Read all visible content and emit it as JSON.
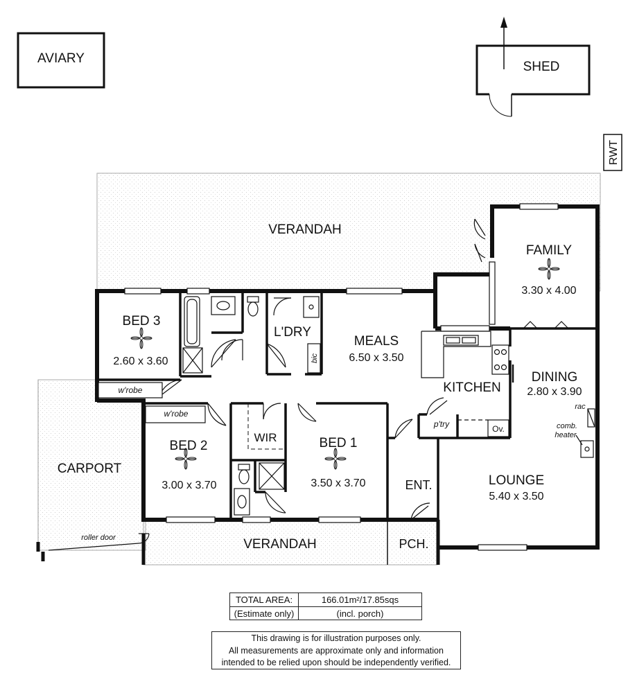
{
  "rooms": {
    "aviary": "AVIARY",
    "shed": "SHED",
    "rwt": "RWT",
    "verandah_rear": "VERANDAH",
    "verandah_front": "VERANDAH",
    "family": {
      "name": "FAMILY",
      "size": "3.30 x 4.00"
    },
    "bed3": {
      "name": "BED 3",
      "size": "2.60 x 3.60"
    },
    "laundry": "L'DRY",
    "bic": "bic",
    "meals": {
      "name": "MEALS",
      "size": "6.50 x 3.50"
    },
    "kitchen": "KITCHEN",
    "dining": {
      "name": "DINING",
      "size": "2.80 x 3.90"
    },
    "wrobe_bed3": "w'robe",
    "wrobe_bed2": "w'robe",
    "bed2": {
      "name": "BED 2",
      "size": "3.00 x 3.70"
    },
    "wir": "WIR",
    "bed1": {
      "name": "BED 1",
      "size": "3.50 x 3.70"
    },
    "pantry": "p'try",
    "oven": "Ov.",
    "rac": "rac",
    "heater": [
      "comb.",
      "heater"
    ],
    "carport": "CARPORT",
    "entry": "ENT.",
    "lounge": {
      "name": "LOUNGE",
      "size": "5.40 x 3.50"
    },
    "roller_door": "roller door",
    "porch": "PCH."
  },
  "area": {
    "label": "TOTAL AREA:",
    "value": "166.01m²/17.85sqs",
    "note_label": "(Estimate only)",
    "note_value": "(incl. porch)"
  },
  "disclaimer": [
    "This drawing is for illustration purposes only.",
    "All measurements are approximate only and information",
    "intended to be relied upon should be independently verified."
  ]
}
